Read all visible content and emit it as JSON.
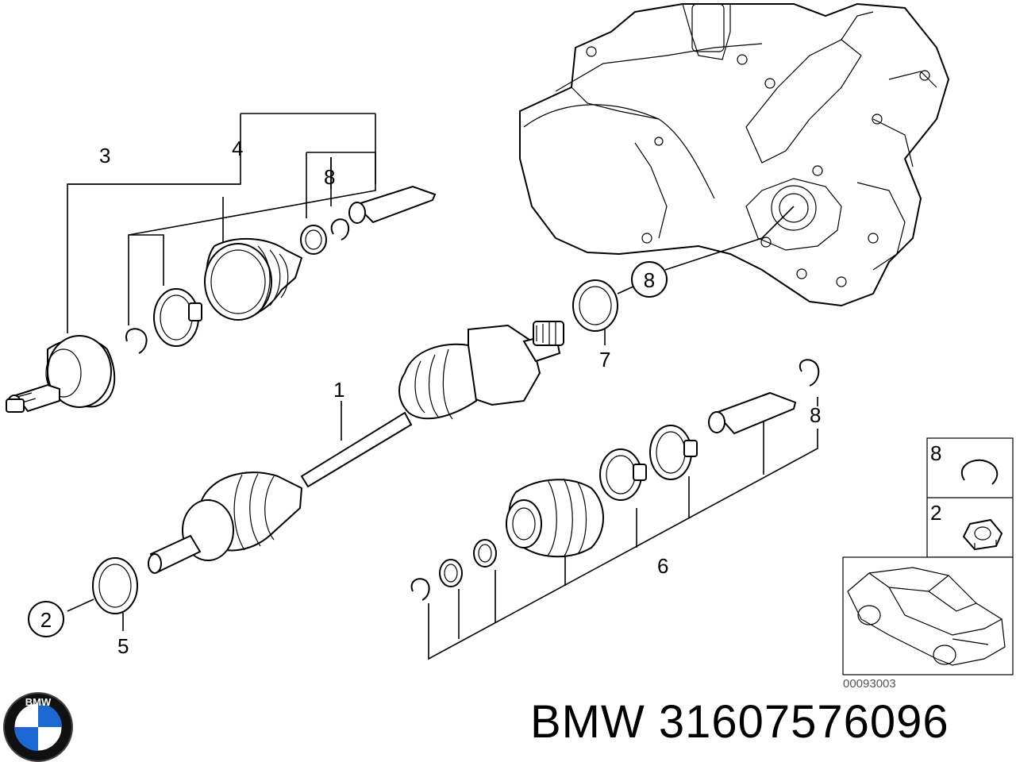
{
  "callouts": {
    "c3": "3",
    "c4": "4",
    "c8_top": "8",
    "c8_circle": "8",
    "c7": "7",
    "c1": "1",
    "c8_right": "8",
    "c6": "6",
    "c2_circle": "2",
    "c5": "5"
  },
  "legend": {
    "item1_number": "8",
    "item2_number": "2"
  },
  "diagram_ref": "00093003",
  "logo": {
    "text": "BMW"
  },
  "footer": {
    "brand": "BMW",
    "part_number": "31607576096",
    "full": "BMW 31607576096"
  },
  "colors": {
    "line": "#000000",
    "logo_blue": "#1c69d4",
    "logo_ring": "#111111"
  }
}
